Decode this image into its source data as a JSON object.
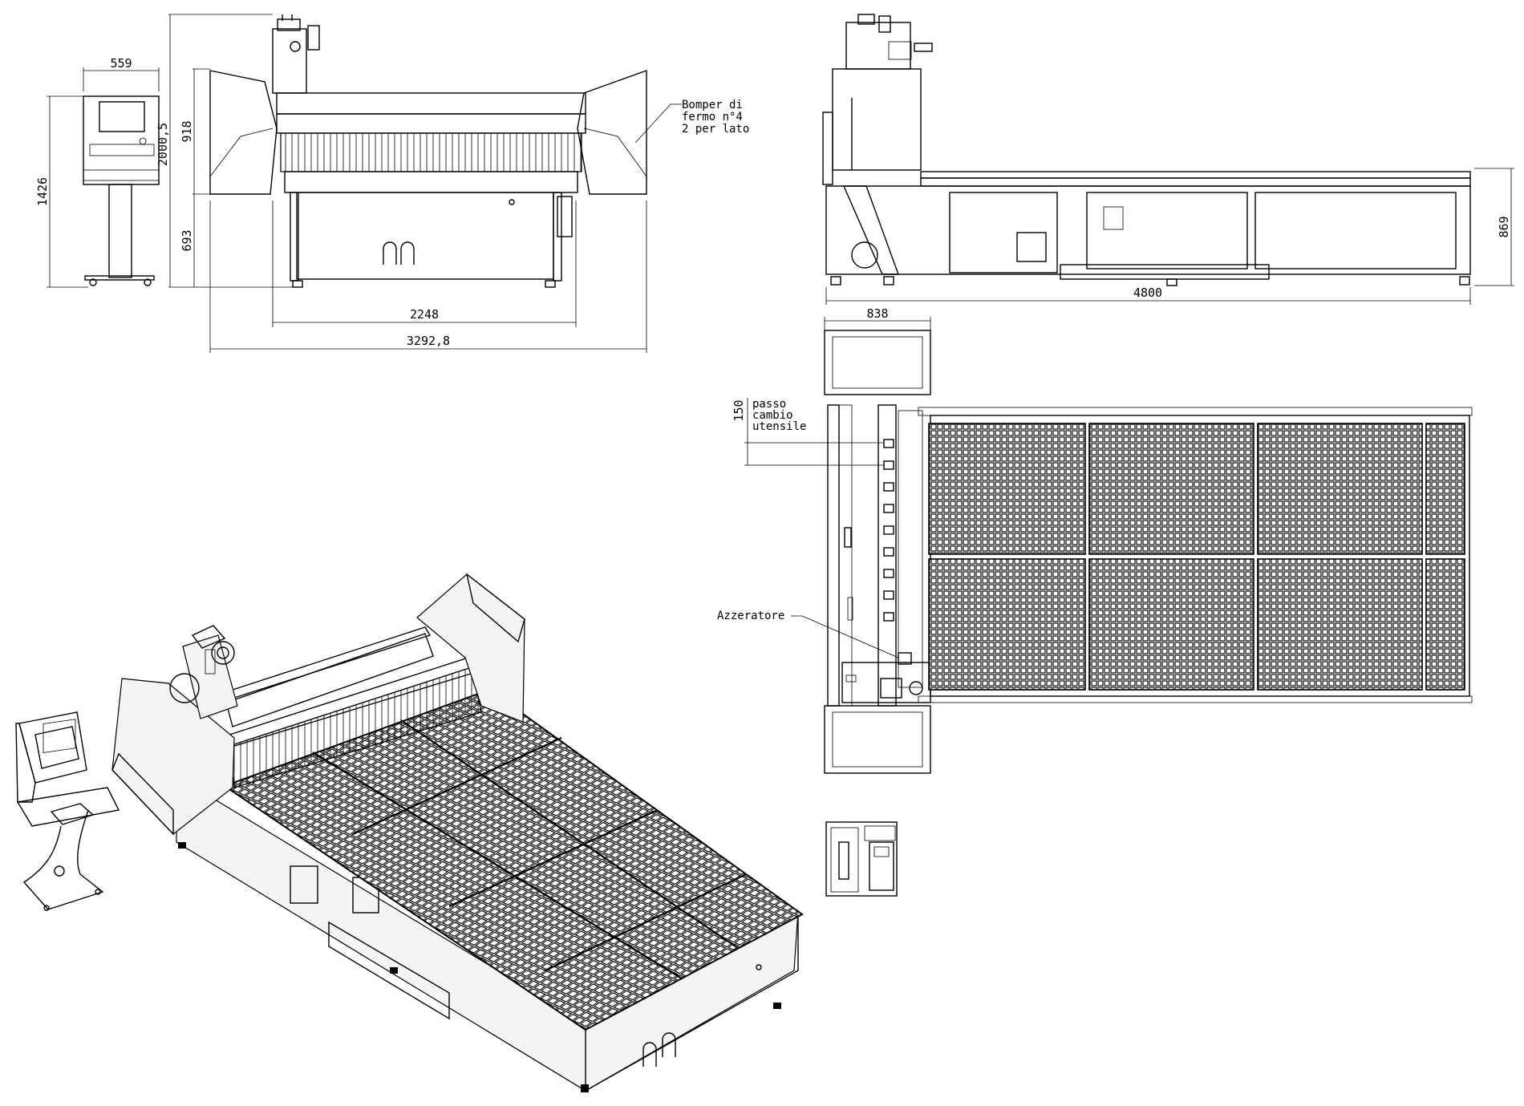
{
  "dimensions": {
    "console_width": "559",
    "console_height": "1426",
    "total_height": "2000,5",
    "upper_height": "918",
    "lower_height": "693",
    "machine_width": "2248",
    "overall_width": "3292,8",
    "side_height": "869",
    "length": "4800",
    "plan_width": "838",
    "tool_step": "150"
  },
  "annotations": {
    "bumper": [
      "Bomper di",
      "fermo n°4",
      "2 per lato"
    ],
    "tool_change": [
      "passo",
      "cambio",
      "utensile"
    ],
    "zero_setter": "Azzeratore"
  }
}
